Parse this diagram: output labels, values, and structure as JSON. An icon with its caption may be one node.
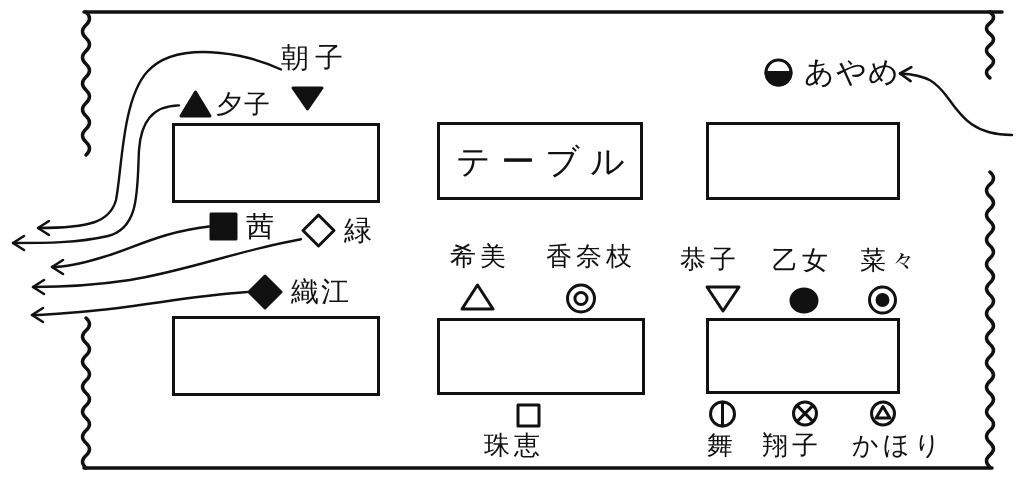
{
  "diagram": {
    "nodes": [
      {
        "text": [
          "朝子"
        ]
      },
      {
        "text": [
          "あやめ"
        ]
      },
      {
        "text": [
          "夕子"
        ]
      },
      {
        "text": [],
        "shape": "box"
      },
      {
        "text": [
          "テーブル"
        ]
      },
      {
        "text": [],
        "shape": "box"
      },
      {
        "text": [
          "茜"
        ]
      },
      {
        "text": [
          "緑"
        ]
      },
      {
        "text": [
          "織江"
        ]
      },
      {
        "text": [],
        "shape": "box"
      },
      {
        "text": [],
        "shape": "box"
      },
      {
        "text": [],
        "shape": "box"
      }
    ],
    "edges": [
      {
        "from": 0,
        "to": null,
        "arrow": "to"
      },
      {
        "from": 2,
        "to": null,
        "arrow": "to"
      },
      {
        "from": 6,
        "to": null,
        "arrow": "to"
      },
      {
        "from": 7,
        "to": null,
        "arrow": "to"
      },
      {
        "from": 8,
        "to": null,
        "arrow": "to"
      },
      {
        "from": null,
        "to": 1,
        "arrow": "to"
      }
    ],
    "labels": [
      "希美",
      "香奈枝",
      "恭子",
      "乙女",
      "菜々",
      "珠恵",
      "舞",
      "翔子",
      "かほり"
    ]
  }
}
